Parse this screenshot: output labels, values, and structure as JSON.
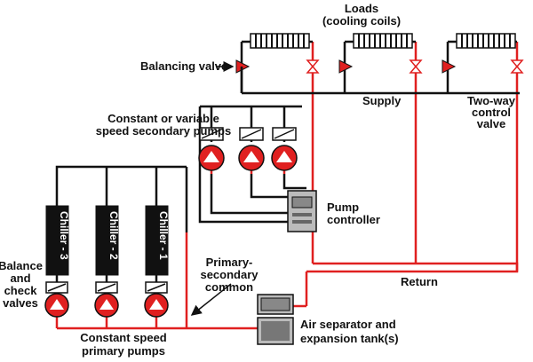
{
  "labels": {
    "loads_line1": "Loads",
    "loads_line2": "(cooling coils)",
    "balancing_valve": "Balancing valve",
    "supply": "Supply",
    "two_way_line1": "Two-way",
    "two_way_line2": "control",
    "two_way_line3": "valve",
    "secondary_pumps_line1": "Constant or variable",
    "secondary_pumps_line2": "speed secondary pumps",
    "pump_controller_line1": "Pump",
    "pump_controller_line2": "controller",
    "primary_secondary_line1": "Primary-",
    "primary_secondary_line2": "secondary",
    "primary_secondary_line3": "common",
    "return": "Return",
    "balance_check_line1": "Balance",
    "balance_check_line2": "and",
    "balance_check_line3": "check",
    "balance_check_line4": "valves",
    "air_separator_line1": "Air separator and",
    "air_separator_line2": "expansion tank(s)",
    "primary_pumps_line1": "Constant speed",
    "primary_pumps_line2": "primary pumps"
  },
  "chillers": [
    "Chiller - 3",
    "Chiller - 2",
    "Chiller - 1"
  ],
  "colors": {
    "supply_pipe": "#111111",
    "return_pipe": "#e02020",
    "pump_red": "#e02020",
    "chiller_body": "#111111",
    "equipment_gray": "#888888"
  }
}
